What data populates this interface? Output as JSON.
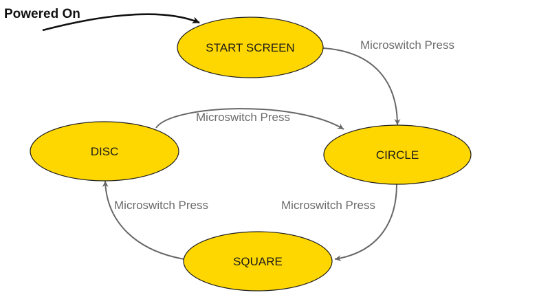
{
  "entry": {
    "label": "Powered On"
  },
  "states": {
    "start": {
      "label": "START SCREEN"
    },
    "circle": {
      "label": "CIRCLE"
    },
    "square": {
      "label": "SQUARE"
    },
    "disc": {
      "label": "DISC"
    }
  },
  "transitions": {
    "start_to_circle": "Microswitch Press",
    "circle_to_square": "Microswitch Press",
    "square_to_disc": "Microswitch Press",
    "disc_to_circle": "Microswitch Press"
  },
  "colors": {
    "state_fill": "#FFD700",
    "state_stroke": "#1f1f1f",
    "edge": "#666666"
  }
}
